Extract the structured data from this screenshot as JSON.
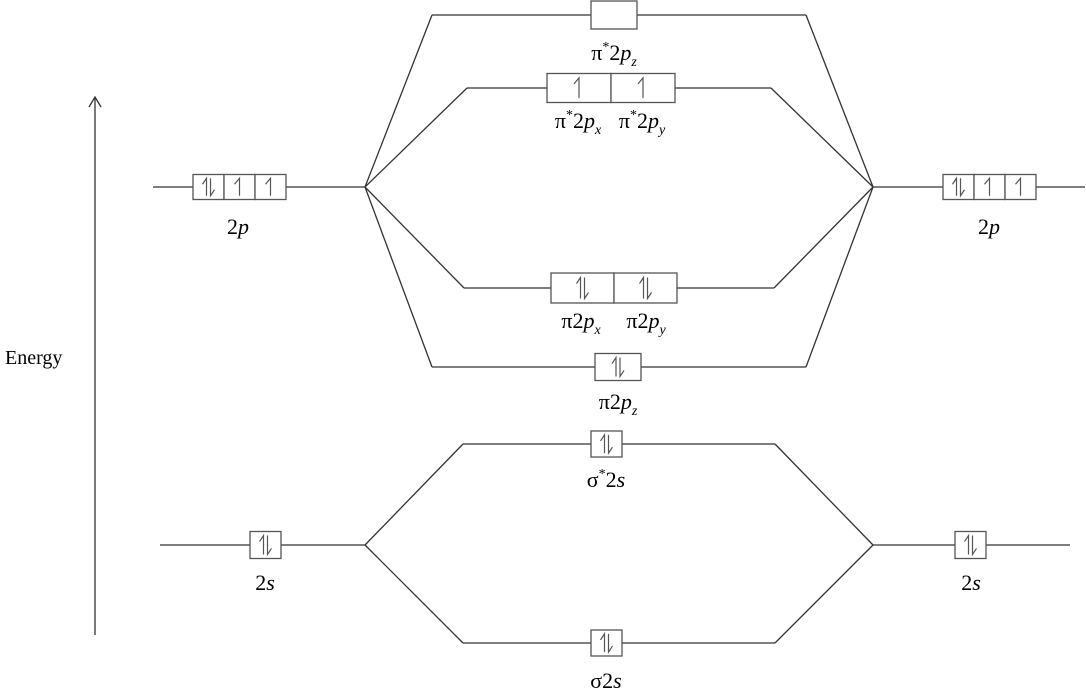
{
  "axis": {
    "label": "Energy"
  },
  "atomic_left": [
    {
      "id": "2p",
      "label": {
        "num": "2",
        "letter": "p",
        "sub": ""
      },
      "boxes": [
        "paired",
        "up",
        "up"
      ]
    },
    {
      "id": "2s",
      "label": {
        "num": "2",
        "letter": "s",
        "sub": ""
      },
      "boxes": [
        "paired"
      ]
    }
  ],
  "atomic_right": [
    {
      "id": "2p",
      "label": {
        "num": "2",
        "letter": "p",
        "sub": ""
      },
      "boxes": [
        "paired",
        "up",
        "up"
      ]
    },
    {
      "id": "2s",
      "label": {
        "num": "2",
        "letter": "s",
        "sub": ""
      },
      "boxes": [
        "paired"
      ]
    }
  ],
  "molecular": [
    {
      "id": "pi-star-2pz",
      "labels": [
        {
          "greek": "π",
          "star": "*",
          "num": "2",
          "letter": "p",
          "sub": "z"
        }
      ],
      "boxes": [
        "empty"
      ]
    },
    {
      "id": "pi-star-2px-2py",
      "labels": [
        {
          "greek": "π",
          "star": "*",
          "num": "2",
          "letter": "p",
          "sub": "x"
        },
        {
          "greek": "π",
          "star": "*",
          "num": "2",
          "letter": "p",
          "sub": "y"
        }
      ],
      "boxes": [
        "up",
        "up"
      ]
    },
    {
      "id": "pi-2px-2py",
      "labels": [
        {
          "greek": "π",
          "star": "",
          "num": "2",
          "letter": "p",
          "sub": "x"
        },
        {
          "greek": "π",
          "star": "",
          "num": "2",
          "letter": "p",
          "sub": "y"
        }
      ],
      "boxes": [
        "paired",
        "paired"
      ]
    },
    {
      "id": "pi-2pz",
      "labels": [
        {
          "greek": "π",
          "star": "",
          "num": "2",
          "letter": "p",
          "sub": "z"
        }
      ],
      "boxes": [
        "paired"
      ]
    },
    {
      "id": "sigma-star-2s",
      "labels": [
        {
          "greek": "σ",
          "star": "*",
          "num": "2",
          "letter": "s",
          "sub": ""
        }
      ],
      "boxes": [
        "paired"
      ]
    },
    {
      "id": "sigma-2s",
      "labels": [
        {
          "greek": "σ",
          "star": "",
          "num": "2",
          "letter": "s",
          "sub": ""
        }
      ],
      "boxes": [
        "paired"
      ]
    }
  ]
}
